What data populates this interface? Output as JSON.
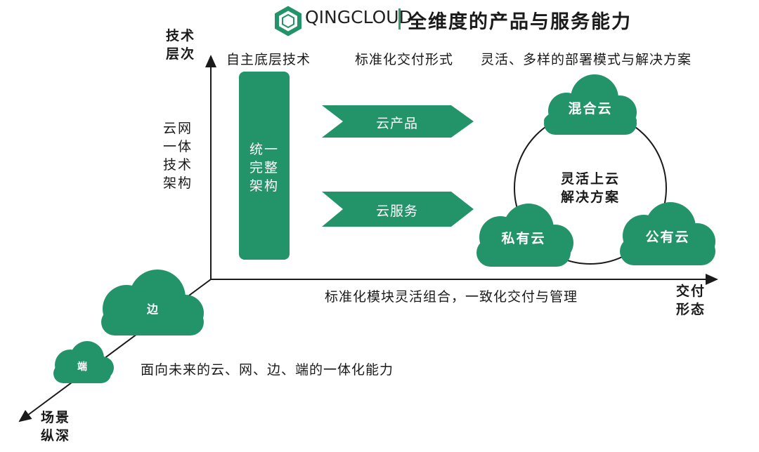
{
  "header": {
    "brand": "QINGCLOUD",
    "title": "全维度的产品与服务能力"
  },
  "axes": {
    "y_label": [
      "技术",
      "层次"
    ],
    "x_label": [
      "交付",
      "形态"
    ],
    "z_label": [
      "场景",
      "纵深"
    ]
  },
  "top_labels": {
    "col1": "自主底层技术",
    "col2": "标准化交付形式",
    "col3": "灵活、多样的部署模式与解决方案"
  },
  "left_label": [
    "云网",
    "一体",
    "技术",
    "架构"
  ],
  "unified_box": [
    "统一",
    "完整",
    "架构"
  ],
  "arrows": {
    "product": "云产品",
    "service": "云服务"
  },
  "solution": {
    "center": [
      "灵活上云",
      "解决方案"
    ],
    "hybrid": "混合云",
    "private": "私有云",
    "public": "公有云"
  },
  "x_axis_caption": "标准化模块灵活组合，一致化交付与管理",
  "depth": {
    "edge": "边",
    "end": "端",
    "caption": "面向未来的云、网、边、端的一体化能力"
  },
  "colors": {
    "green": "#23946a",
    "axis": "#1a1a1a"
  }
}
